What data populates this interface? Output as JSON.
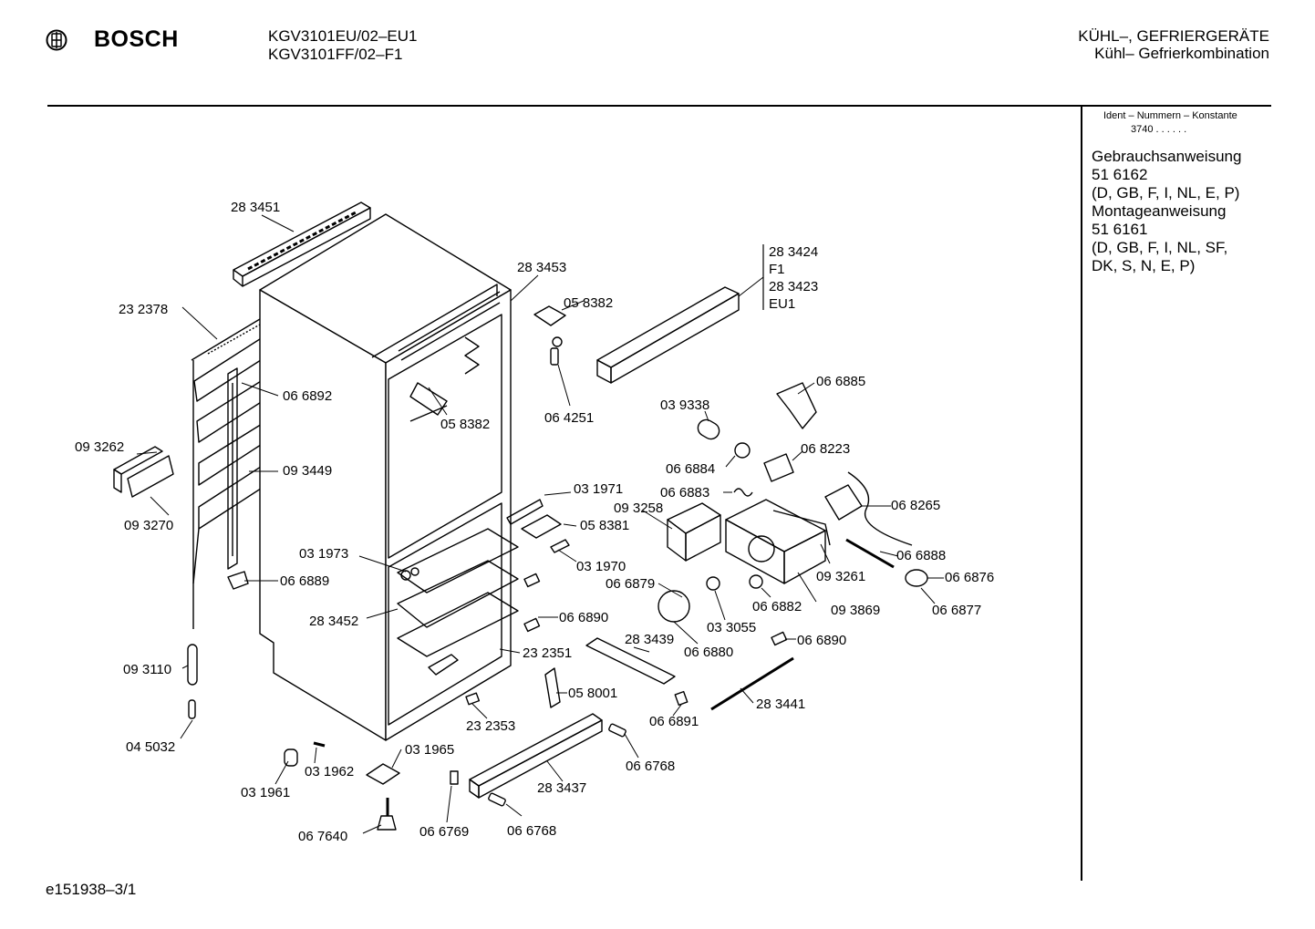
{
  "header": {
    "brand": "BOSCH",
    "models": [
      "KGV3101EU/02–EU1",
      "KGV3101FF/02–F1"
    ],
    "category_line1": "KÜHL–, GEFRIERGERÄTE",
    "category_line2": "Kühl– Gefrierkombination"
  },
  "sidebar": {
    "ident_label": "Ident – Nummern – Konstante",
    "ident_value": "3740  .  .    .  .  .  .",
    "documents": "Gebrauchsanweisung\n51 6162\n(D, GB, F, I, NL, E, P)\nMontageanweisung\n51 6161\n(D, GB, F, I, NL, SF,\nDK, S, N, E, P)"
  },
  "variant_box": [
    "28 3424",
    "F1",
    "28 3423",
    "EU1"
  ],
  "parts": [
    "28 3451",
    "28 3453",
    "23 2378",
    "05 8382",
    "06 6892",
    "05 8382",
    "06 4251",
    "09 3262",
    "09 3449",
    "09 3270",
    "03 9338",
    "06 6885",
    "06 8223",
    "06 6884",
    "06 6883",
    "03 1971",
    "09 3258",
    "06 8265",
    "05 8381",
    "03 1973",
    "03 1970",
    "06 6888",
    "06 6889",
    "06 6879",
    "09 3261",
    "06 6876",
    "06 6882",
    "09 3869",
    "06 6877",
    "28 3452",
    "06 6890",
    "03 3055",
    "28 3439",
    "06 6880",
    "06 6890",
    "23 2351",
    "09 3110",
    "05 8001",
    "28 3441",
    "23 2353",
    "06 6891",
    "04 5032",
    "03 1965",
    "06 6768",
    "03 1962",
    "28 3437",
    "03 1961",
    "06 7640",
    "06 6769",
    "06 6768"
  ],
  "footer": {
    "code": "e151938–3/1"
  }
}
